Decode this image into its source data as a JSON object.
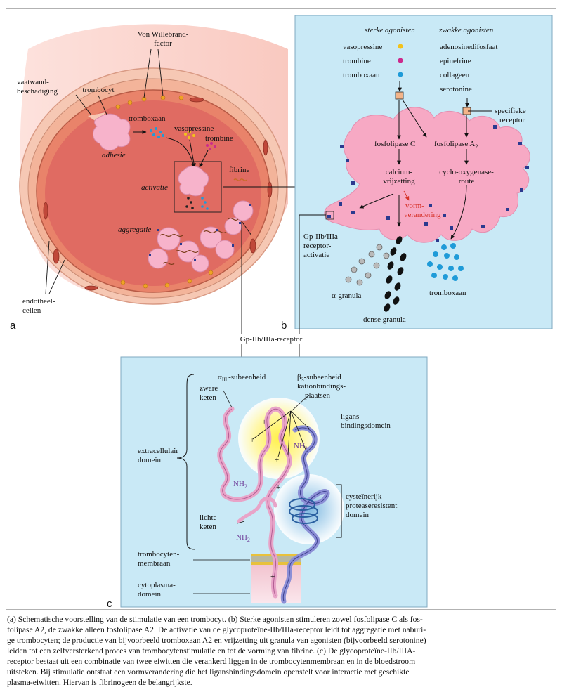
{
  "panel_a": {
    "letter": "a",
    "labels": {
      "von_willebrand_1": "Von Willebrand-",
      "von_willebrand_2": "factor",
      "trombocyt": "trombocyt",
      "vaatwand_1": "vaatwand-",
      "vaatwand_2": "beschadiging",
      "tromboxaan": "tromboxaan",
      "vasopressine": "vasopressine",
      "trombine": "trombine",
      "adhesie": "adhesie",
      "fibrine": "fibrine",
      "activatie": "activatie",
      "aggregatie": "aggregatie",
      "endotheel_1": "endotheel-",
      "endotheel_2": "cellen"
    }
  },
  "panel_b": {
    "letter": "b",
    "headers": {
      "sterke": "sterke agonisten",
      "zwakke": "zwakke agonisten"
    },
    "strong_agonists": [
      {
        "name": "vasopressine",
        "color": "#f3c21b"
      },
      {
        "name": "trombine",
        "color": "#cc2a8c"
      },
      {
        "name": "tromboxaan",
        "color": "#1f9bd8"
      }
    ],
    "weak_agonists": [
      "adenosinedifosfaat",
      "epinefrine",
      "collageen",
      "serotonine"
    ],
    "labels": {
      "specifieke_1": "specifieke",
      "specifieke_2": "receptor",
      "fosfolipase_c": "fosfolipase C",
      "fosfolipase_a2": "fosfolipase A",
      "fosfolipase_a2_sub": "2",
      "calcium_1": "calcium-",
      "calcium_2": "vrijzetting",
      "cyclo_1": "cyclo-oxygenase-",
      "cyclo_2": "route",
      "vorm_1": "vorm-",
      "vorm_2": "verandering",
      "gp_1": "Gp-IIb/IIIa",
      "gp_2": "receptor-",
      "gp_3": "activatie",
      "alpha_granula": "α-granula",
      "tromboxaan": "tromboxaan",
      "dense_granula": "dense granula"
    },
    "colors": {
      "background": "#c9e9f6",
      "cell": "#f7a9c4",
      "receptor": "#2b3a8f",
      "red": "#d6322a",
      "blue": "#1f9bd8"
    }
  },
  "connector_label": "Gp-IIb/IIIa-receptor",
  "panel_c": {
    "letter": "c",
    "labels": {
      "alpha_sub": "α",
      "alpha_sub_index": "IIb",
      "alpha_sub_rest": "-subeenheid",
      "beta_sub": "β",
      "beta_sub_index": "3",
      "beta_sub_rest": "-subeenheid",
      "kation_1": "kationbindings-",
      "kation_2": "plaatsen",
      "zware_1": "zware",
      "zware_2": "keten",
      "ligans_1": "ligans-",
      "ligans_2": "bindingsdomein",
      "extra_1": "extracellulair",
      "extra_2": "domein",
      "nh2": "NH",
      "nh2_sub": "2",
      "cyst_1": "cysteïnerijk",
      "cyst_2": "proteaseresistent",
      "cyst_3": "domein",
      "lichte_1": "lichte",
      "lichte_2": "keten",
      "membraan_1": "trombocyten-",
      "membraan_2": "membraan",
      "cyto_1": "cytoplasma-",
      "cyto_2": "domein",
      "plus": "+"
    }
  },
  "caption": [
    "(a) Schematische voorstelling van de stimulatie van een trombocyt. (b) Sterke agonisten stimuleren zowel fosfolipase C als fos-",
    "folipase A2, de zwakke alleen fosfolipase A2. De activatie van de glycoproteïne-IIb/IIIa-receptor leidt tot aggregatie met naburi-",
    "ge trombocyten; de productie van bijvoorbeeld tromboxaan A2 en vrijzetting uit granula van agonisten (bijvoorbeeld serotonine)",
    "leiden tot een zelfversterkend proces van trombocytenstimulatie en tot de vorming van fibrine. (c) De glycoproteïne-IIb/IIIA-",
    "receptor bestaat uit een combinatie van twee eiwitten die verankerd liggen in de trombocytenmembraan en in de bloedstroom",
    "uitsteken. Bij stimulatie ontstaat een vormverandering die het ligansbindingsdomein openstelt voor interactie met geschikte",
    "plasma-eiwitten. Hiervan is fibrinogeen de belangrijkste."
  ]
}
